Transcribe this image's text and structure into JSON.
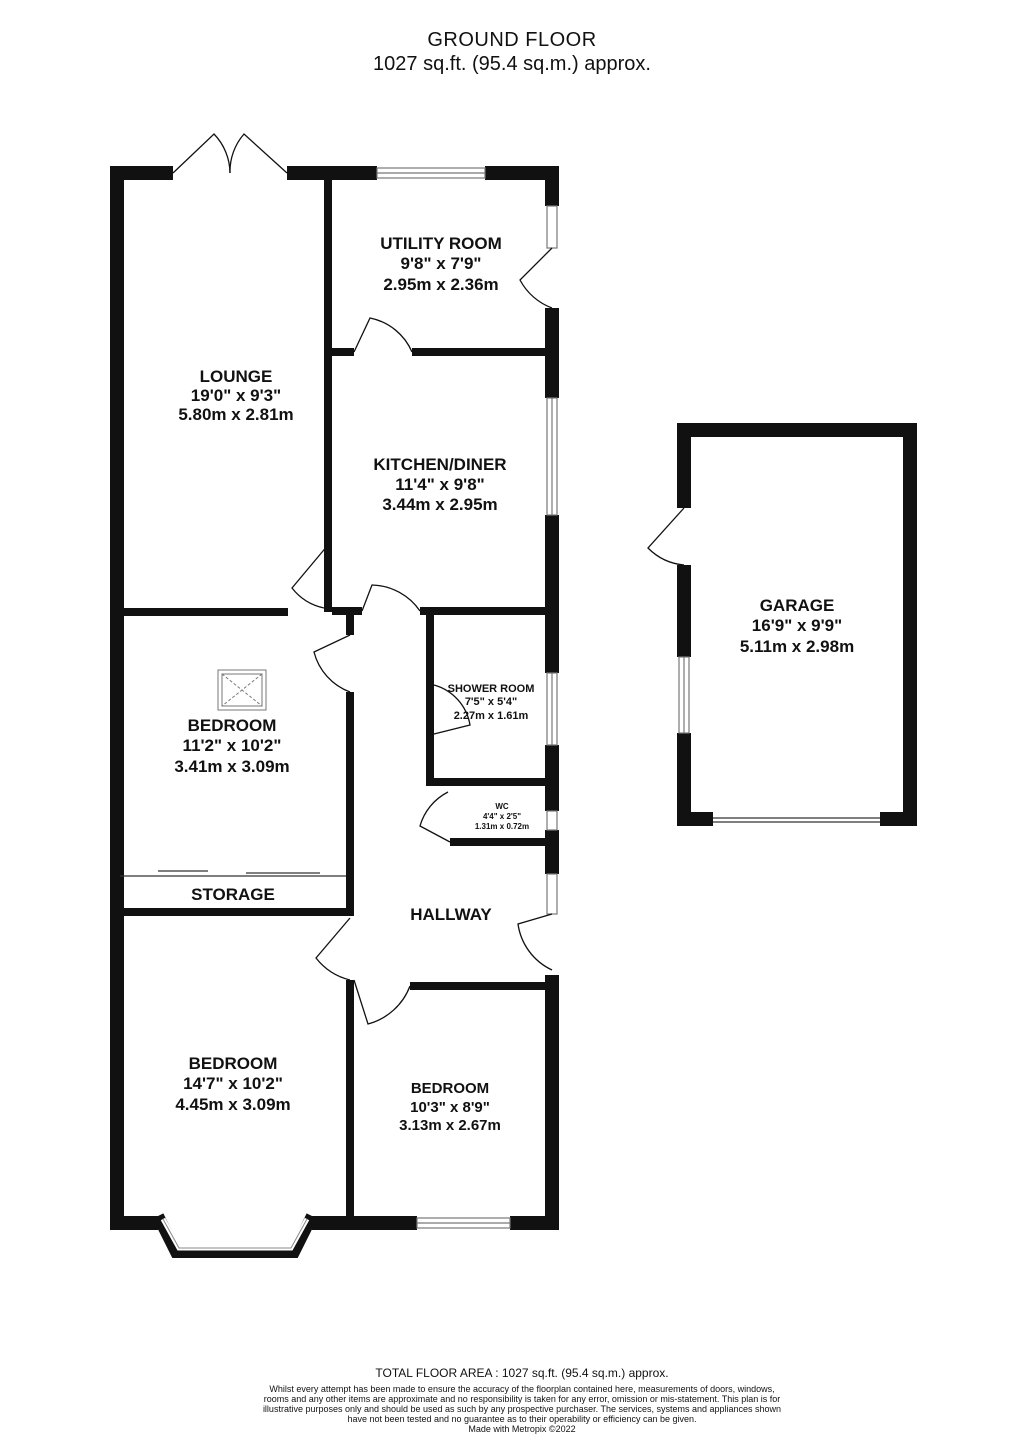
{
  "header": {
    "title": "GROUND FLOOR",
    "subtitle": "1027 sq.ft. (95.4 sq.m.) approx."
  },
  "rooms": {
    "lounge": {
      "name": "LOUNGE",
      "imperial": "19'0\"  x 9'3\"",
      "metric": "5.80m  x 2.81m"
    },
    "utility": {
      "name": "UTILITY ROOM",
      "imperial": "9'8\"  x 7'9\"",
      "metric": "2.95m  x 2.36m"
    },
    "kitchen": {
      "name": "KITCHEN/DINER",
      "imperial": "11'4\"  x 9'8\"",
      "metric": "3.44m  x 2.95m"
    },
    "bedroom1": {
      "name": "BEDROOM",
      "imperial": "11'2\"  x 10'2\"",
      "metric": "3.41m  x 3.09m"
    },
    "shower": {
      "name": "SHOWER ROOM",
      "imperial": "7'5\"  x 5'4\"",
      "metric": "2.27m  x 1.61m"
    },
    "wc": {
      "name": "WC",
      "imperial": "4'4\"  x 2'5\"",
      "metric": "1.31m  x 0.72m"
    },
    "storage": {
      "name": "STORAGE"
    },
    "hallway": {
      "name": "HALLWAY"
    },
    "bedroom2": {
      "name": "BEDROOM",
      "imperial": "14'7\"  x 10'2\"",
      "metric": "4.45m  x 3.09m"
    },
    "bedroom3": {
      "name": "BEDROOM",
      "imperial": "10'3\"  x 8'9\"",
      "metric": "3.13m  x 2.67m"
    },
    "garage": {
      "name": "GARAGE",
      "imperial": "16'9\"  x 9'9\"",
      "metric": "5.11m  x 2.98m"
    }
  },
  "footer": {
    "total": "TOTAL FLOOR AREA : 1027 sq.ft. (95.4 sq.m.) approx.",
    "disclaimer": "Whilst every attempt has been made to ensure the accuracy of the floorplan contained here, measurements of doors, windows, rooms and any other items are approximate and no responsibility is taken for any error, omission or mis-statement. This plan is for illustrative purposes only and should be used as such by any prospective purchaser. The services, systems and appliances shown have not been tested and no guarantee as to their operability or efficiency can be given.",
    "credit": "Made with Metropix ©2022"
  },
  "colors": {
    "wall": "#111111",
    "window": "#888888",
    "door": "#111111",
    "background": "#ffffff"
  }
}
